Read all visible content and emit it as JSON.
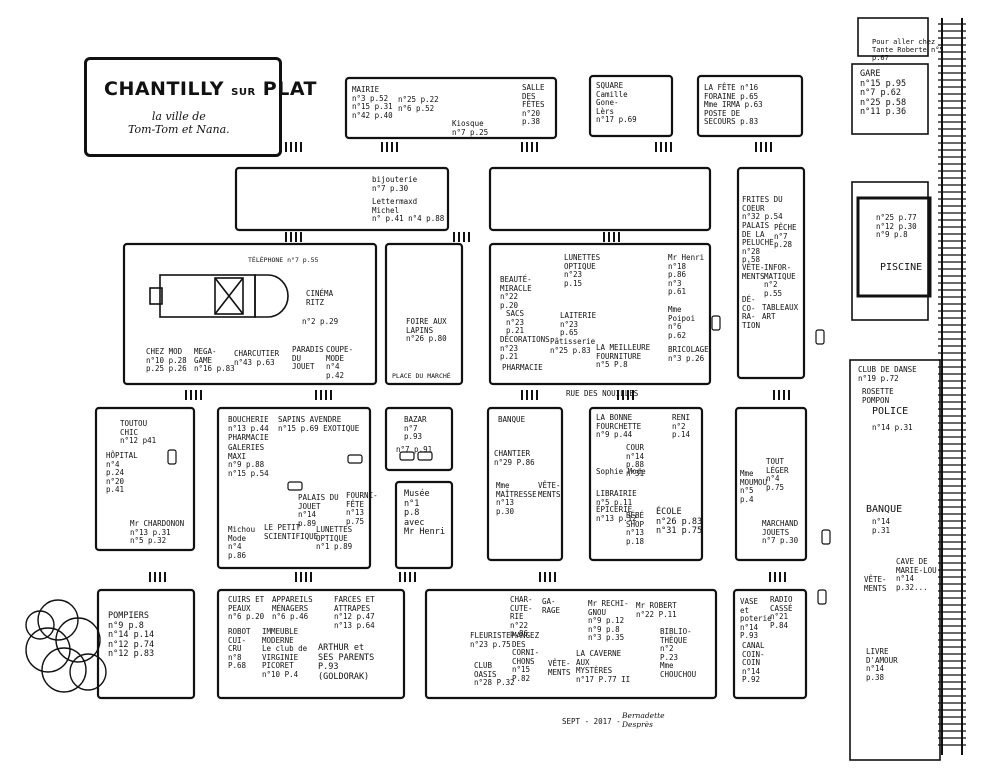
{
  "map": {
    "title": "CHANTILLY",
    "title_sur": "SUR",
    "title_plat": "PLAT",
    "subtitle_1": "la ville de",
    "subtitle_2": "Tom-Tom et Nana.",
    "street_nouilles": "RUE DES NOUILLES",
    "signature_date": "SEPT - 2017 -",
    "signature_name": "Bernadette\nDesprès",
    "note_robert": "Pour aller chez\nTante Roberte n°5\np.67"
  },
  "places": {
    "mairie": "MAIRIE\nn°3 p.52\nn°15 p.31\nn°42 p.40",
    "mairie2": "n°25 p.22\nn°6 p.52",
    "kiosque": "Kiosque\nn°7 p.25",
    "salle_fetes": "SALLE\nDES\nFÊTES\nn°20\np.38",
    "square": "SQUARE\nCamille\nGone-\nLèrs\nn°17 p.69",
    "fete_foraine": "LA FÊTE n°16\nFORAINE p.65\nMme IRMA p.63\nPOSTE DE\nSECOURS p.83",
    "gare": "GARE\nn°15 p.95\nn°7 p.62\nn°25 p.58\nn°11 p.36",
    "bijouterie": "bijouterie\nn°7 p.30",
    "lettermax": "Lettermaxd\nMichel\nn° p.41 n°4 p.88",
    "frites": "FRITES DU\nCOEUR\nn°32 p.54",
    "palais_peluche": "PALAIS\nDE LA\nPELUCHE\nn°28\np.58",
    "pecheur": "PÊCHE\nn°7\np.28",
    "piscine_nums": "n°25 p.77\nn°12 p.30\nn°9 p.8",
    "piscine": "PISCINE",
    "chez_mod": "CHEZ MOD\nn°10 p.28\np.25 p.26",
    "megagame": "MEGA-\nGAME\nn°16 p.83",
    "charcutier": "CHARCUTIER\nn°43 p.63",
    "paradis_jouet": "PARADIS\nDU\nJOUET",
    "coupe_mode": "COUPE-\nMODE\nn°4\np.42",
    "cinema": "CINÉMA\nRITZ",
    "cinema_nums": "n°2 p.29",
    "telephone": "TÉLÉPHONE n°7 p.55",
    "foire_lapins": "FOIRE AUX\nLAPINS\nn°26 p.80",
    "place_marche": "PLACE DU MARCHÉ",
    "beaute": "BEAUTÉ-\nMIRACLE\nn°22\np.20",
    "lunettes": "LUNETTES\nOPTIQUE\nn°23\np.15",
    "mr_henri_top": "Mr Henri\nn°18\np.86\nn°3\np.61",
    "sacs": "SACS\nn°23\np.21",
    "laiterie": "LAITERIE\nn°23\np.65",
    "decorations": "DÉCORATIONS\nn°23\np.21",
    "patisserie": "Pâtisserie\nn°25 p.83",
    "meilleure_fourniture": "LA MEILLEURE\nFOURNITURE\nn°5 P.8",
    "pharmacie_1": "PHARMACIE",
    "mme_poipoi": "Mme\nPoipoi\nn°6\np.62",
    "vetements_1": "VÊTE-\nMENTS",
    "informatique": "INFOR-\nMATIQUE\nn°2\np.55",
    "deco_cave": "DÉ-\nCO-\nRA-\nTION",
    "tableaux": "TABLEAUX\nART",
    "bricolage": "BRICOLAGE\nn°3 p.26",
    "club_danse": "CLUB DE DANSE\nn°19 p.72",
    "rosette": "ROSETTE\nPOMPON",
    "police": "POLICE",
    "police_nums": "n°14 p.31",
    "banque": "BANQUE",
    "banque_nums": "n°14\np.31",
    "cave_marie": "CAVE DE\nMARIE-LOU\nn°14\np.32...",
    "vetements_2": "VÊTE-\nMENTS",
    "livre_amour": "LIVRE\nD'AMOUR\nn°14\np.38",
    "toutou_chic": "TOUTOU\nCHIC\nn°12 p41",
    "hopital": "HÔPITAL\nn°4\np.24\nn°20\np.41",
    "mr_chardon": "Mr CHARDONON\nn°13 p.31\nn°5 p.32",
    "boucherie": "BOUCHERIE\nn°13 p.44",
    "sapins": "SAPINS AVENDRE\nn°15 p.69 EXOTIQUE",
    "pharmacie_2": "PHARMACIE",
    "galeries": "GALERIES\nMAXI\nn°9 p.88\nn°15 p.54",
    "bazar": "BAZAR\nn°7\np.93",
    "bazar2": "n°7 p.91",
    "palais_jouet": "PALAIS DU\nJOUET\nn°14\np.89",
    "fourni_fete": "FOURNI-\nFÊTE\nn°13\np.75",
    "lunettes_2": "LUNETTES\nOPTIQUE\nn°1 p.89",
    "musee": "Musée\nn°1\np.8\navec\nMr Henri",
    "michou_mode": "Michou\nMode\nn°4\np.86",
    "petit_scientifique": "LE PETIT\nSCIENTIFIQUE",
    "banque_chantier": "BANQUE",
    "chantier": "CHANTIER\nn°29 P.86",
    "mme_maitresse": "Mme\nMAÎTRESSE\nn°13\np.30",
    "vetements_3": "VÊTE-\nMENTS",
    "bonne_fourchette": "LA BONNE\nFOURCHETTE\nn°9 p.44",
    "reni": "RENI\nn°2\np.14",
    "cour": "COUR\nn°14\np.88\nn°31",
    "sophie_mode": "Sophie Mode",
    "librairie": "LIBRAIRIE\nn°5 p.11",
    "epicerie": "ÉPICERIE\nn°13 p.12",
    "bebe_shop": "BÉBÉ\nSHOP\nn°13\np.18",
    "ecole": "ÉCOLE\nn°26 p.83\nn°31 p.75",
    "mme_moumou": "Mme\nMOUMOU\nn°5\np.4",
    "tout_leger": "TOUT\nLÉGER\nn°4\np.75",
    "marchand_jouet": "MARCHAND\nJOUETS\nn°7 p.30",
    "pompiers": "POMPIERS\nn°9 p.8\nn°14 p.14\nn°12 p.74\nn°12 p.83",
    "cuirs": "CUIRS ET\nPEAUX\nn°6 p.20",
    "appareils": "APPAREILS\nMÉNAGERS\nn°6 p.46",
    "farces": "FARCES ET\nATTRAPES\nn°12 p.47\nn°13 p.64",
    "robot": "ROBOT\nCUI-\nCRU\nn°8\nP.68",
    "immeuble": "IMMEUBLE\nMODERNE\nLe club de\nVIRGINIE\nPICORET\nn°10 P.4",
    "arthur": "ARTHUR et\nSES PARENTS\nP.93\n(GOLDORAK)",
    "charcuterie_2": "CHAR-\nCUTE-\nRIE\nn°22\np.86",
    "garage": "GA-\nRAGE",
    "mr_rechignou": "Mr RECHI-\nGNOU\nn°9 p.12\nn°9 p.8\nn°3 p.35",
    "mr_robert": "Mr ROBERT\nn°22 P.11",
    "fleuriste": "FLEURISTE\nn°23 p.75",
    "mangez": "MANGEZ\nDES\nCORNI-\nCHONS\nn°15\nP.82",
    "club_oasis": "CLUB\nOASIS\nn°28 P.32",
    "caverne": "LA CAVERNE\nAUX\nMYSTÈRES\nn°17 P.77 II",
    "vetements_4": "VÊTE-\nMENTS",
    "bibliotheque": "BIBLIO-\nTHÈQUE\nn°2\nP.23\nMme\nCHOUCHOU",
    "vase_poterie": "VASE\net\npoterie\nn°14\nP.93",
    "radio_casse": "RADIO\nCASSÉ\nn°21\nP.84",
    "canal": "CANAL\nCOIN-\nCOIN\nn°14\nP.92"
  }
}
